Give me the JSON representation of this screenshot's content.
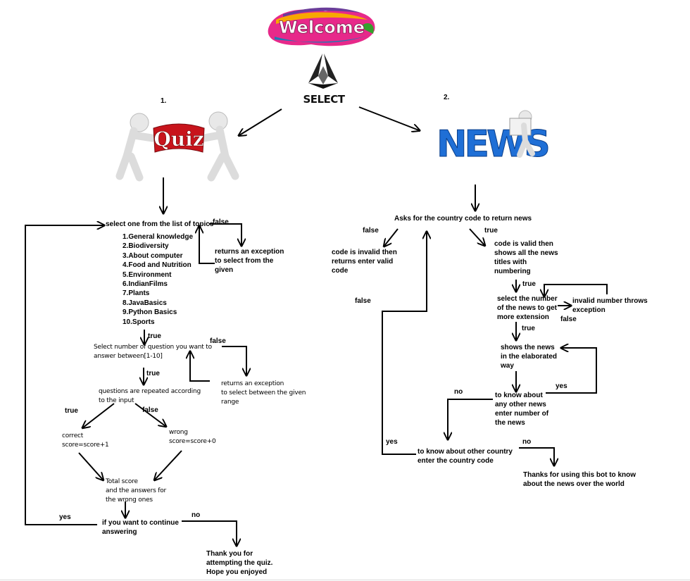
{
  "welcome_logo": {
    "text": "Welcome"
  },
  "select_logo": {
    "text": "SELECT"
  },
  "branch_numbers": {
    "quiz": "1.",
    "news": "2."
  },
  "quiz_image": {
    "word": "Quiz"
  },
  "news_image": {
    "word": "NEWS"
  },
  "quiz": {
    "select_topic": "select one from the list of topics",
    "topics": "1.General knowledge\n2.Biodiversity\n3.About computer\n4.Food and Nutrition\n5.Environment\n6.IndianFilms\n7.Plants\n8.JavaBasics\n9.Python Basics\n10.Sports",
    "false_1": "false",
    "exception_1": "returns an exception\nto select from the\ngiven",
    "true_1": "true",
    "select_number": "Select number of question you want to\nanswer     between[1-10]",
    "false_2": "false",
    "exception_2": "returns an exception\nto select between the given\nrange",
    "true_2": "true",
    "repeated": "questions are repeated according\nto the input",
    "true_3": "true",
    "false_3": "false",
    "correct": "correct\nscore=score+1",
    "wrong": "wrong\nscore=score+0",
    "total": "Total score\nand the answers for\nthe wrong ones",
    "yes": "yes",
    "continue": "if you want to continue\nanswering",
    "no": "no",
    "thanks": "Thank you for\nattempting the quiz.\nHope you enjoyed"
  },
  "news": {
    "ask_code": "Asks for the country code to return news",
    "false_1": "false",
    "true_1": "true",
    "invalid_code": "code is invalid then\nreturns enter valid\ncode",
    "valid_code": "code is valid then\nshows all the news\ntitles with\nnumbering",
    "true_2": "true",
    "select_number": "select  the number\nof the news to get\nmore extension",
    "invalid_number": "invalid number throws\nexception",
    "false_2": "false",
    "false_left": "false",
    "true_3": "true",
    "elaborated": "shows the news\nin the elaborated\nway",
    "yes_1": "yes",
    "no_1": "no",
    "other_news": "to know about\nany other news\nenter number of\nthe news",
    "yes_2": "yes",
    "other_country": "to know about other country\nenter the country code",
    "no_2": "no",
    "thanks": "Thanks for using this bot to know\nabout the news over the world"
  }
}
